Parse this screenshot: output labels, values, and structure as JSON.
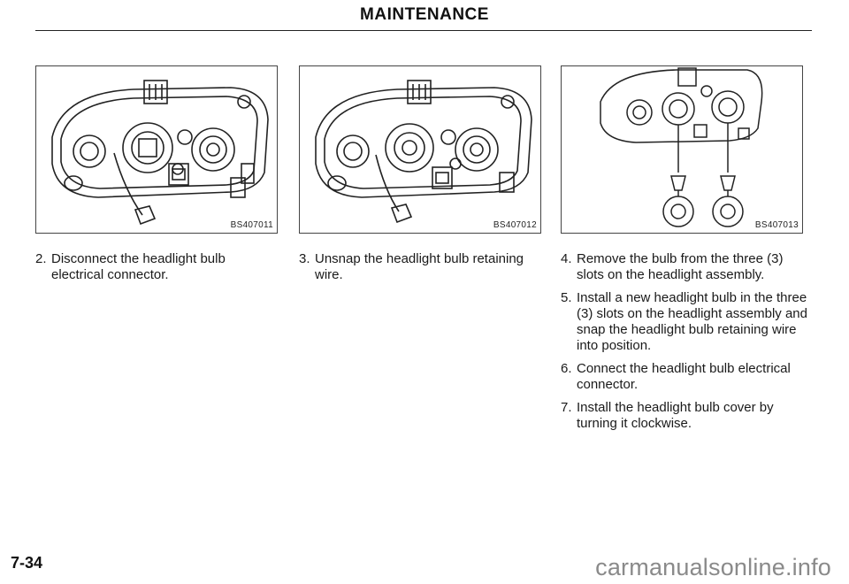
{
  "header": {
    "title": "MAINTENANCE"
  },
  "figures": [
    {
      "code": "BS407011"
    },
    {
      "code": "BS407012"
    },
    {
      "code": "BS407013"
    }
  ],
  "steps": [
    {
      "num": "2.",
      "text": "Disconnect the headlight bulb electrical connector."
    },
    {
      "num": "3.",
      "text": "Unsnap the headlight bulb retaining wire."
    },
    {
      "num": "4.",
      "text": "Remove the bulb from the three (3) slots on the headlight assembly."
    },
    {
      "num": "5.",
      "text": "Install a new headlight bulb in the three (3) slots on the headlight assembly and snap the headlight bulb retaining wire into position."
    },
    {
      "num": "6.",
      "text": "Connect the headlight bulb electrical connector."
    },
    {
      "num": "7.",
      "text": "Install the headlight bulb cover by turning it clockwise."
    }
  ],
  "footer": {
    "page_number": "7-34",
    "watermark": "carmanualsonline.info"
  }
}
